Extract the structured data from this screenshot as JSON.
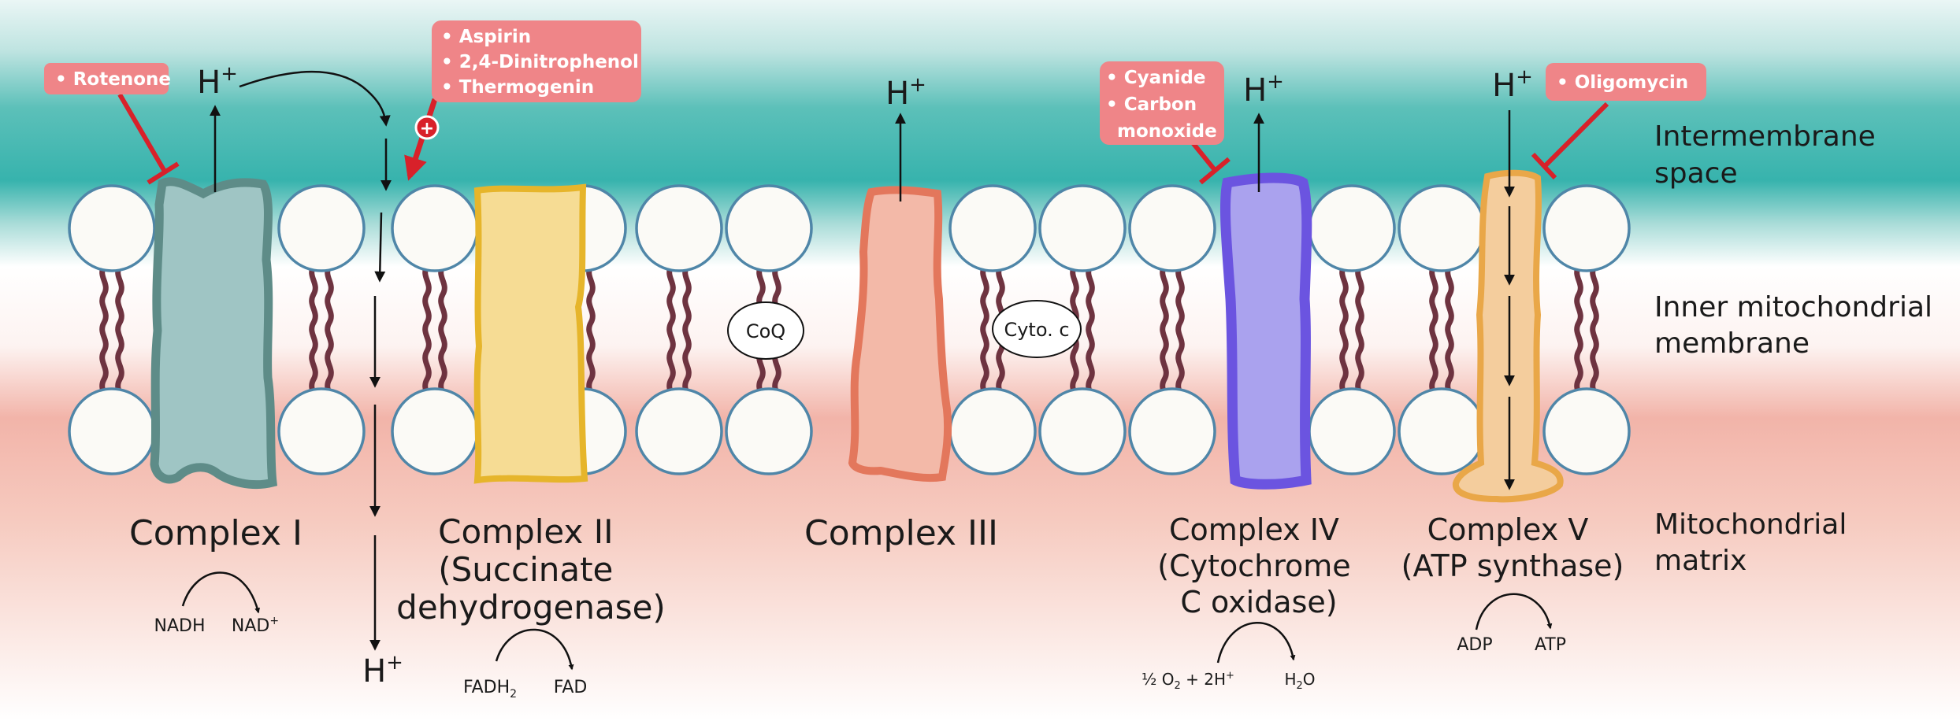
{
  "colors": {
    "intermembrane": "#37b3ad",
    "matrix": "#f2b4a9",
    "inhibitor_box": "#ef8588",
    "inhibitor_line": "#d8212a",
    "phospholipid_head": "#fbfaf6",
    "phospholipid_outline": "#4f86a8",
    "tail": "#6e3340",
    "complex1_fill": "#9fc5c4",
    "complex1_stroke": "#5e8c88",
    "complex2_fill": "#f6dc94",
    "complex2_stroke": "#e6b52b",
    "complex3_fill": "#f3b9a8",
    "complex3_stroke": "#e3775c",
    "complex4_fill": "#aaa2ee",
    "complex4_stroke": "#6b54e0",
    "complex5_fill": "#f4cd9d",
    "complex5_stroke": "#e9a748"
  },
  "regions": {
    "intermembrane": [
      "Intermembrane",
      "space"
    ],
    "inner_membrane": [
      "Inner mitochondrial",
      "membrane"
    ],
    "matrix": [
      "Mitochondrial",
      "matrix"
    ]
  },
  "complexes": {
    "complex1": [
      "Complex I"
    ],
    "complex2": [
      "Complex II",
      "(Succinate",
      "dehydrogenase)"
    ],
    "complex3": [
      "Complex III"
    ],
    "complex4": [
      "Complex IV",
      "(Cytochrome",
      "C oxidase)"
    ],
    "complex5": [
      "Complex V",
      "(ATP synthase)"
    ]
  },
  "carriers": {
    "coq": "CoQ",
    "cyto_c": "Cyto. c"
  },
  "protons": {
    "symbol": "H",
    "charge": "+"
  },
  "inhibitors": {
    "complex1": [
      "• Rotenone"
    ],
    "uncouplers": [
      "• Aspirin",
      "• 2,4-Dinitrophenol",
      "• Thermogenin"
    ],
    "complex4": [
      "• Cyanide",
      "• Carbon",
      "monoxide"
    ],
    "complex5": [
      "• Oligomycin"
    ]
  },
  "reactions": {
    "complex1": {
      "left": "NADH",
      "right_base": "NAD",
      "right_sup": "+"
    },
    "complex2": {
      "left_base": "FADH",
      "left_sub": "2",
      "right": "FAD"
    },
    "complex4": {
      "left_1": "½ O",
      "left_1_sub": "2",
      "left_2": " + 2H",
      "left_2_sup": "+",
      "right_1": "H",
      "right_1_sub": "2",
      "right_2": "O"
    },
    "complex5": {
      "left": "ADP",
      "right": "ATP"
    }
  }
}
